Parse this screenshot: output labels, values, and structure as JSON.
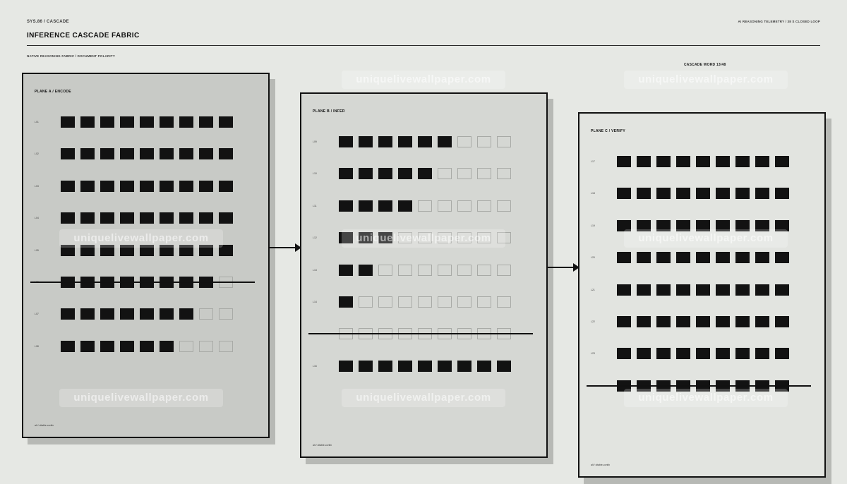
{
  "header": {
    "system_code": "SYS.86 / CASCADE",
    "title": "INFERENCE CASCADE FABRIC",
    "telemetry": "AI REASONING TELEMETRY / 38 S CLOSED LOOP",
    "subtitle": "NATIVE REASONING FABRIC / DOCUMENT POLARITY",
    "cascade_word": "CASCADE WORD 13/48"
  },
  "watermark": "uniquelivewallpaper.com",
  "panels": [
    {
      "title": "PLANE A / ENCODE",
      "footer": "alt  /  citable-confix",
      "fill": "#c8cac6",
      "rows": [
        {
          "label": "L01",
          "filled": 9
        },
        {
          "label": "L02",
          "filled": 9
        },
        {
          "label": "L03",
          "filled": 9
        },
        {
          "label": "L04",
          "filled": 9
        },
        {
          "label": "L05",
          "filled": 9
        },
        {
          "label": "L06",
          "filled": 8
        },
        {
          "label": "L07",
          "filled": 7
        },
        {
          "label": "L08",
          "filled": 6
        }
      ],
      "strike_row": 5
    },
    {
      "title": "PLANE B / INFER",
      "footer": "alt  /  citable-confix",
      "fill": "#d5d7d3",
      "rows": [
        {
          "label": "L09",
          "filled": 6
        },
        {
          "label": "L10",
          "filled": 5
        },
        {
          "label": "L11",
          "filled": 4
        },
        {
          "label": "L12",
          "filled": 3
        },
        {
          "label": "L13",
          "filled": 2
        },
        {
          "label": "L14",
          "filled": 1
        },
        {
          "label": "",
          "filled": 0
        },
        {
          "label": "L16",
          "filled": 9
        }
      ],
      "strike_row": 6
    },
    {
      "title": "PLANE C / VERIFY",
      "footer": "alt  /  citable-confix",
      "fill": "#e2e4e0",
      "rows": [
        {
          "label": "L17",
          "filled": 9
        },
        {
          "label": "L18",
          "filled": 9
        },
        {
          "label": "L19",
          "filled": 9
        },
        {
          "label": "L20",
          "filled": 9
        },
        {
          "label": "L21",
          "filled": 9
        },
        {
          "label": "L22",
          "filled": 9
        },
        {
          "label": "L23",
          "filled": 9
        },
        {
          "label": "",
          "filled": 9
        }
      ],
      "strike_row": 7
    }
  ]
}
